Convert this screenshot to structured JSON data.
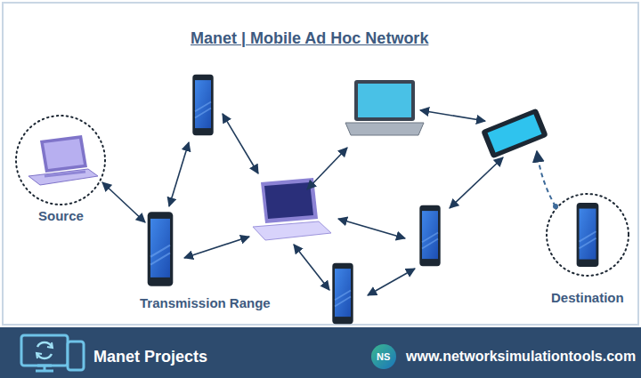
{
  "diagram": {
    "title": "Manet | Mobile Ad Hoc Network",
    "nodes": [
      {
        "text": [
          "Source"
        ]
      },
      {
        "text": [
          "Destination"
        ]
      }
    ],
    "labels": [
      "Transmission Range",
      "Manet Projects",
      "NS",
      "www.networksimulationtools.com"
    ]
  }
}
